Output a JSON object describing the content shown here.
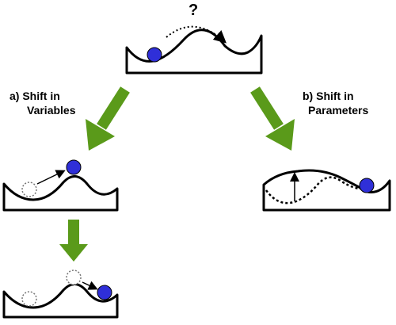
{
  "question_mark": "?",
  "shift_variables": {
    "line1": "a) Shift in",
    "line2": "Variables"
  },
  "shift_parameters": {
    "line1": "b) Shift in",
    "line2": "Parameters"
  },
  "colors": {
    "ball": "#2f2fd8",
    "arrow_green": "#5a9a1a",
    "outline": "#000000",
    "ghost_ball": "#777777"
  }
}
